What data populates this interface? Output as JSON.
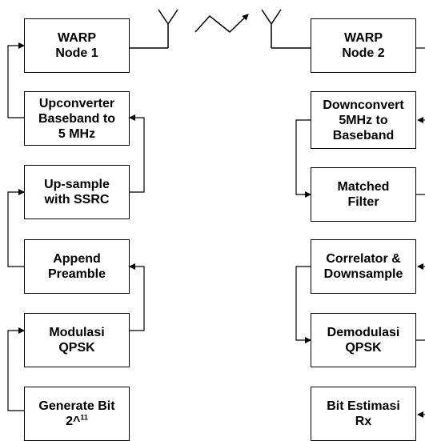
{
  "blocks": {
    "warp1": [
      "WARP",
      "Node 1"
    ],
    "upconverter": [
      "Upconverter",
      "Baseband to",
      "5 MHz"
    ],
    "upsample": [
      "Up-sample",
      "with SSRC"
    ],
    "append": [
      "Append",
      "Preamble"
    ],
    "modulasi": [
      "Modulasi",
      "QPSK"
    ],
    "generate": {
      "line1": "Generate Bit",
      "line2_base": "2^",
      "line2_sup": "11"
    },
    "warp2": [
      "WARP",
      "Node 2"
    ],
    "downconvert": [
      "Downconvert",
      "5MHz to",
      "Baseband"
    ],
    "matched": [
      "Matched",
      "Filter"
    ],
    "correlator": [
      "Correlator &",
      "Downsample"
    ],
    "demodulasi": [
      "Demodulasi",
      "QPSK"
    ],
    "bitest": [
      "Bit Estimasi",
      "Rx"
    ]
  }
}
